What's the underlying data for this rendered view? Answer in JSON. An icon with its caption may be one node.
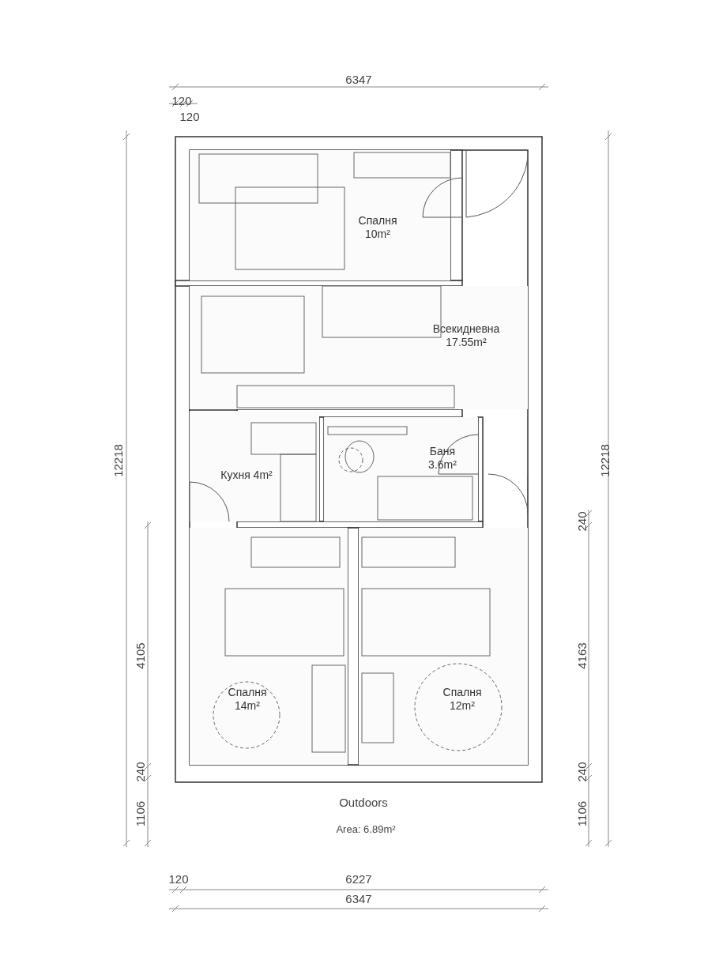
{
  "diagram": {
    "nodes": [
      {
        "text": [
          "Спалня 10m²"
        ]
      },
      {
        "text": [
          "Всекидневна 17.55m²"
        ]
      },
      {
        "text": [
          "Кухня 4m²"
        ]
      },
      {
        "text": [
          "Баня 3.6m²"
        ]
      },
      {
        "text": [
          "Спалня 14m²"
        ]
      },
      {
        "text": [
          "Спалня 12m²"
        ]
      }
    ],
    "edges": [],
    "labels": [
      "6347",
      "120",
      "120",
      "12218",
      "12218",
      "240",
      "4105",
      "4163",
      "240",
      "240",
      "1106",
      "1106",
      "Outdoors",
      "Area: 6.89m²",
      "120",
      "6227",
      "6347"
    ]
  }
}
